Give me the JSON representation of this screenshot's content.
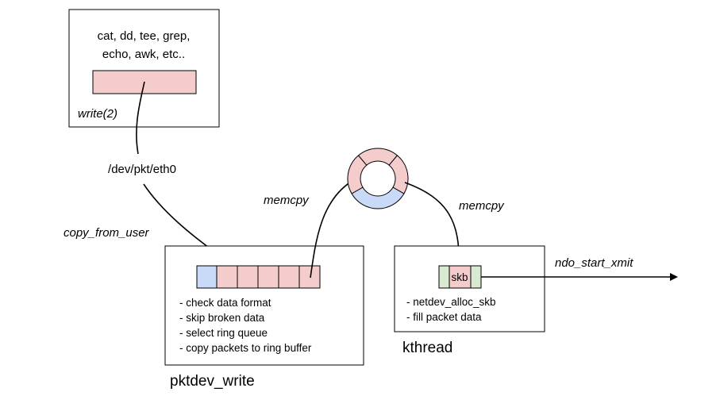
{
  "user_box": {
    "line1": "cat, dd, tee, grep,",
    "line2": "echo, awk, etc..",
    "syscall": "write(2)"
  },
  "device_path": "/dev/pkt/eth0",
  "edges": {
    "copy_from_user": "copy_from_user",
    "memcpy_in": "memcpy",
    "memcpy_out": "memcpy",
    "ndo_start_xmit": "ndo_start_xmit"
  },
  "pktdev_write": {
    "title": "pktdev_write",
    "steps": [
      "- check data format",
      "- skip broken data",
      "- select ring queue",
      "- copy packets to ring buffer"
    ]
  },
  "kthread": {
    "title": "kthread",
    "skb_label": "skb",
    "steps": [
      "- netdev_alloc_skb",
      "- fill packet data"
    ]
  },
  "colors": {
    "pink": "#f4cccc",
    "blue": "#c9daf8",
    "green": "#d9ead3",
    "stroke": "#000000"
  }
}
